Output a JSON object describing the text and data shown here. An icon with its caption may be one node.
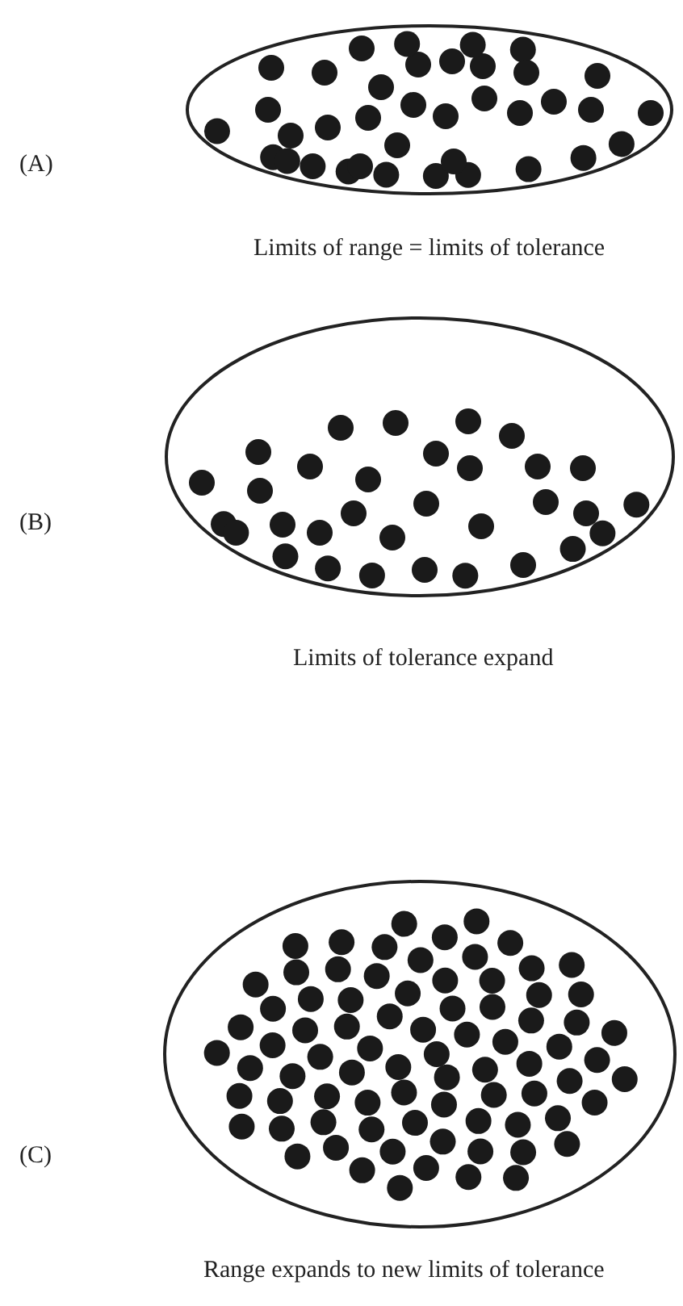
{
  "diagram": {
    "labels": [
      "(A)",
      "Limits of range = limits of tolerance",
      "(B)",
      "Limits of tolerance expand",
      "(C)",
      "Range expands to new limits of tolerance"
    ]
  }
}
